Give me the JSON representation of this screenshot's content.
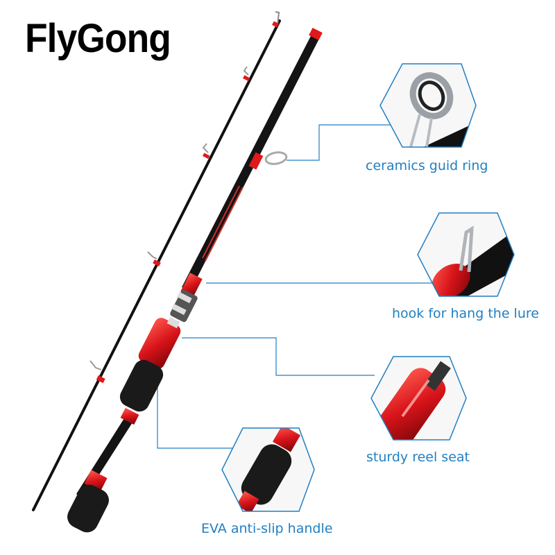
{
  "brand": "FlyGong",
  "features": [
    {
      "label": "ceramics guid ring"
    },
    {
      "label": "hook for hang the lure"
    },
    {
      "label": "sturdy reel seat"
    },
    {
      "label": "EVA anti-slip handle"
    }
  ],
  "colors": {
    "accent_red": "#e0191b",
    "blank_black": "#111111",
    "callout_blue": "#1f7fc4"
  }
}
